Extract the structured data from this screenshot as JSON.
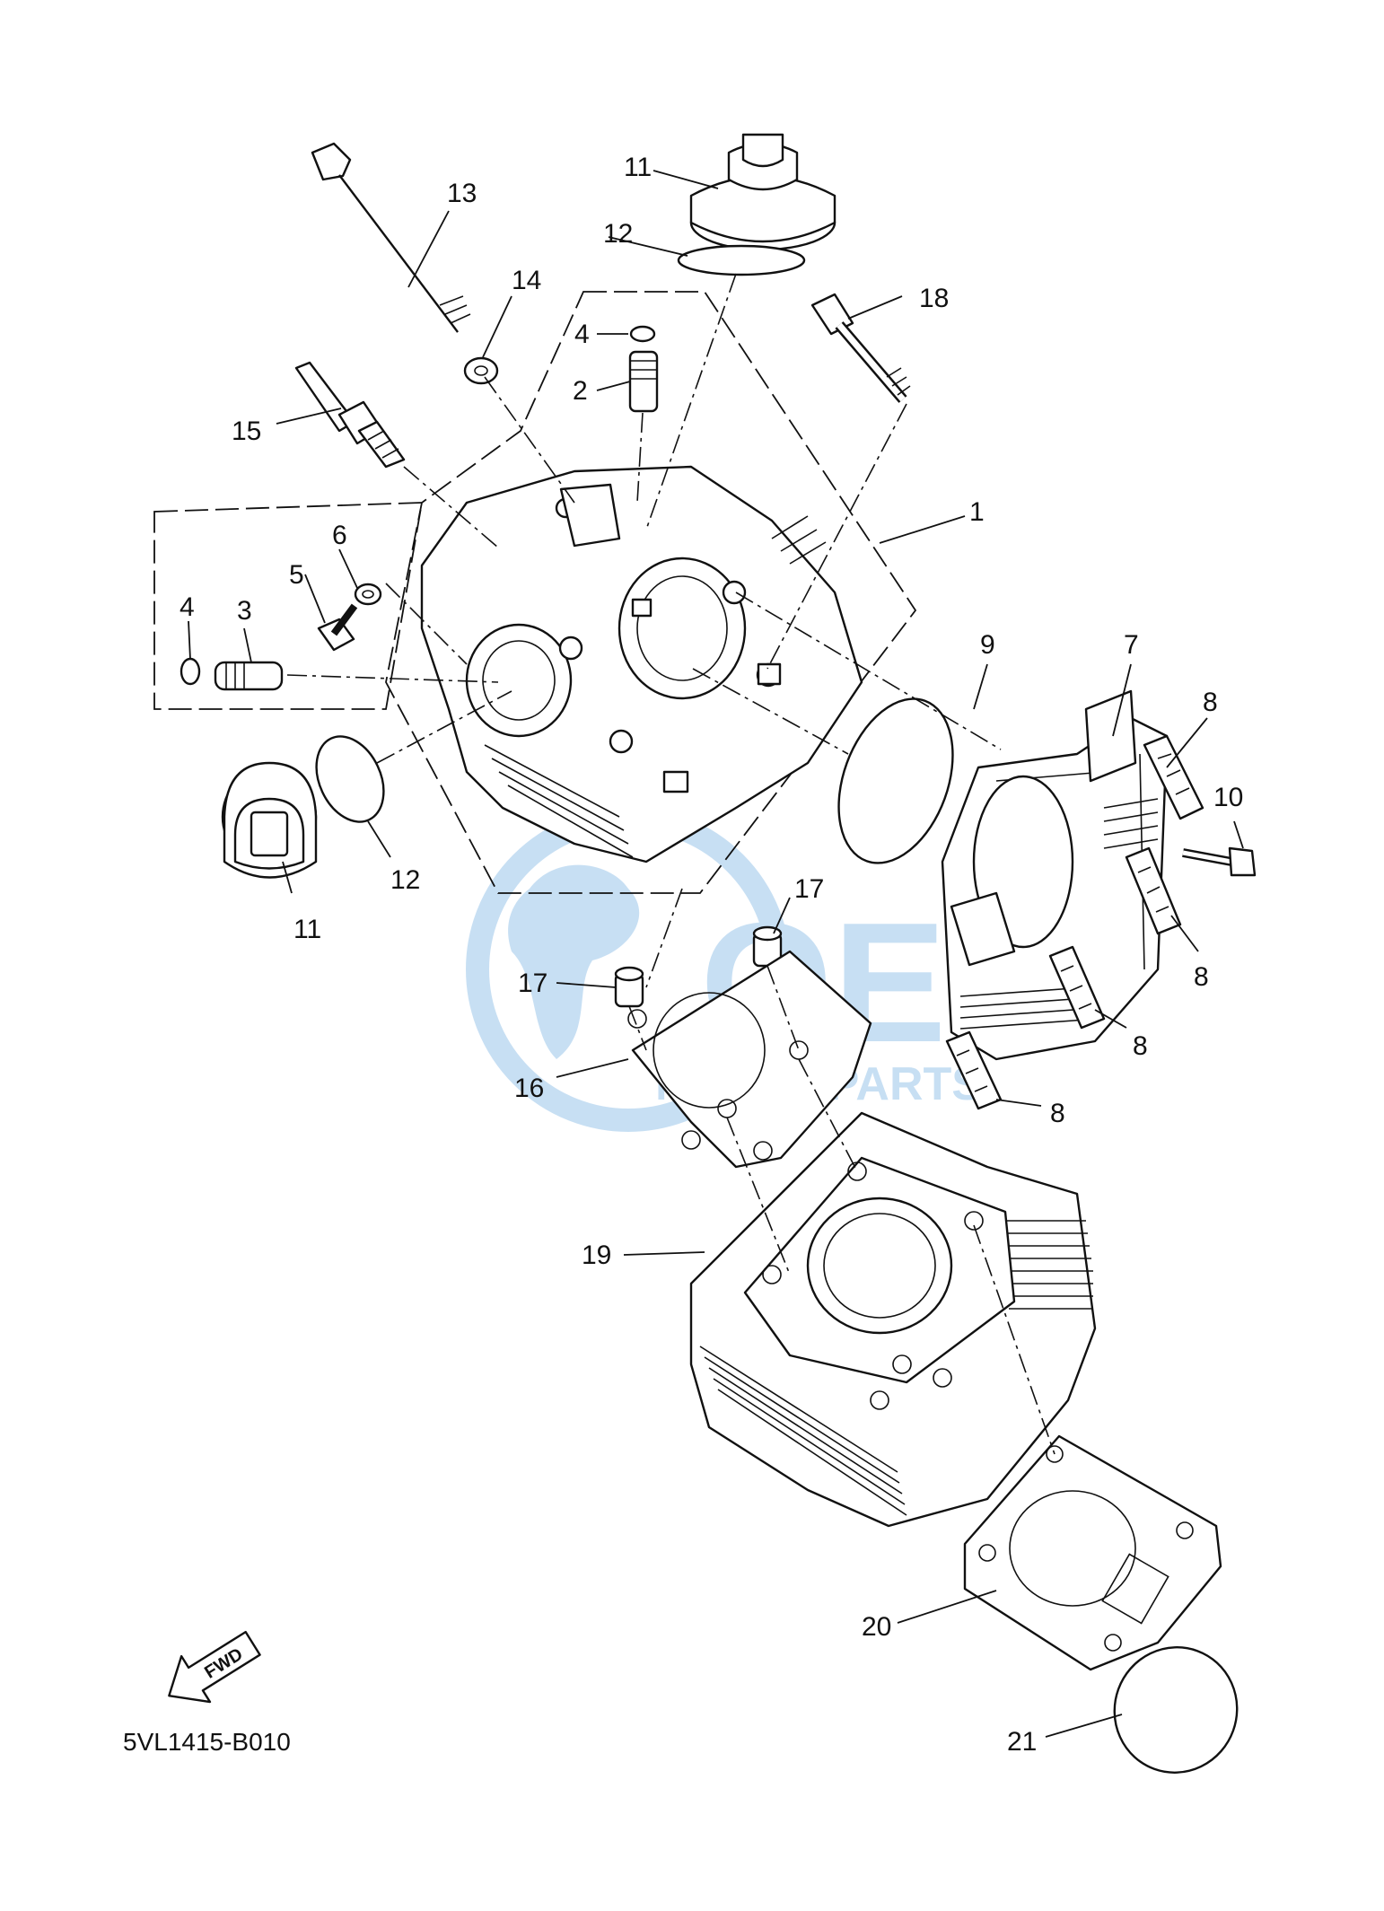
{
  "diagram_code": "5VL1415-B010",
  "fwd_label": "FWD",
  "watermark": {
    "brand": "OEM",
    "subtitle": "MOTORPARTS",
    "color": "#3a8fd6"
  },
  "callouts": {
    "c1": "1",
    "c2": "2",
    "c3": "3",
    "c4a": "4",
    "c4b": "4",
    "c5": "5",
    "c6": "6",
    "c7": "7",
    "c8a": "8",
    "c8b": "8",
    "c8c": "8",
    "c8d": "8",
    "c9": "9",
    "c10": "10",
    "c11a": "11",
    "c11b": "11",
    "c12a": "12",
    "c12b": "12",
    "c13": "13",
    "c14": "14",
    "c15": "15",
    "c16": "16",
    "c17a": "17",
    "c17b": "17",
    "c18": "18",
    "c19": "19",
    "c20": "20",
    "c21": "21"
  }
}
